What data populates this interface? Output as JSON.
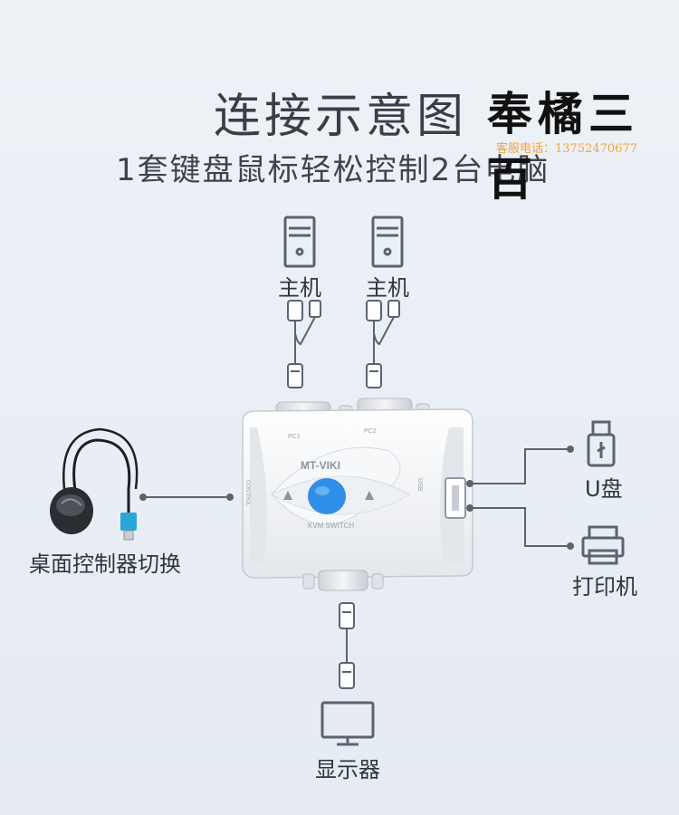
{
  "header": {
    "title": "连接示意图",
    "subtitle": "1套键盘鼠标轻松控制2台电脑"
  },
  "watermark": {
    "brand": "奉橘三百",
    "hotline_label": "客服电话：",
    "hotline_number": "13752470677"
  },
  "devices": {
    "host1_label": "主机",
    "host2_label": "主机",
    "usb_label": "U盘",
    "printer_label": "打印机",
    "monitor_label": "显示器",
    "controller_label": "桌面控制器切换"
  },
  "kvm": {
    "brand": "MT-VIKI",
    "model": "KVM SWITCH",
    "port1": "PC1",
    "port2": "PC2",
    "control": "CONTROL",
    "usb": "USB"
  },
  "colors": {
    "line": "#5a6470",
    "button": "#2f8fe8",
    "accent_cable": "#2aa6d9"
  }
}
